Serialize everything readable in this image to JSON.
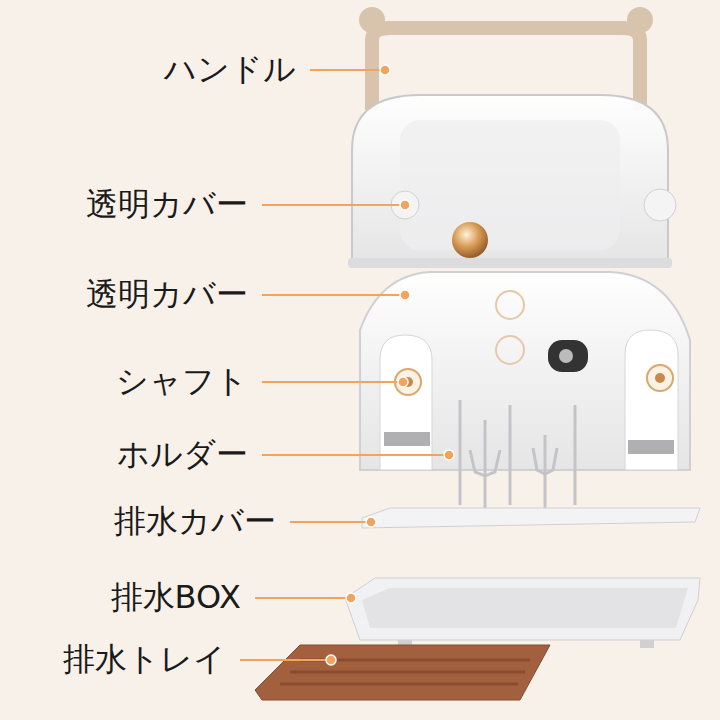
{
  "diagram": {
    "labels": [
      "ハンドル",
      "透明カバー",
      "透明カバー",
      "シャフト",
      "ホルダー",
      "排水カバー",
      "排水BOX",
      "排水トレイ"
    ]
  }
}
